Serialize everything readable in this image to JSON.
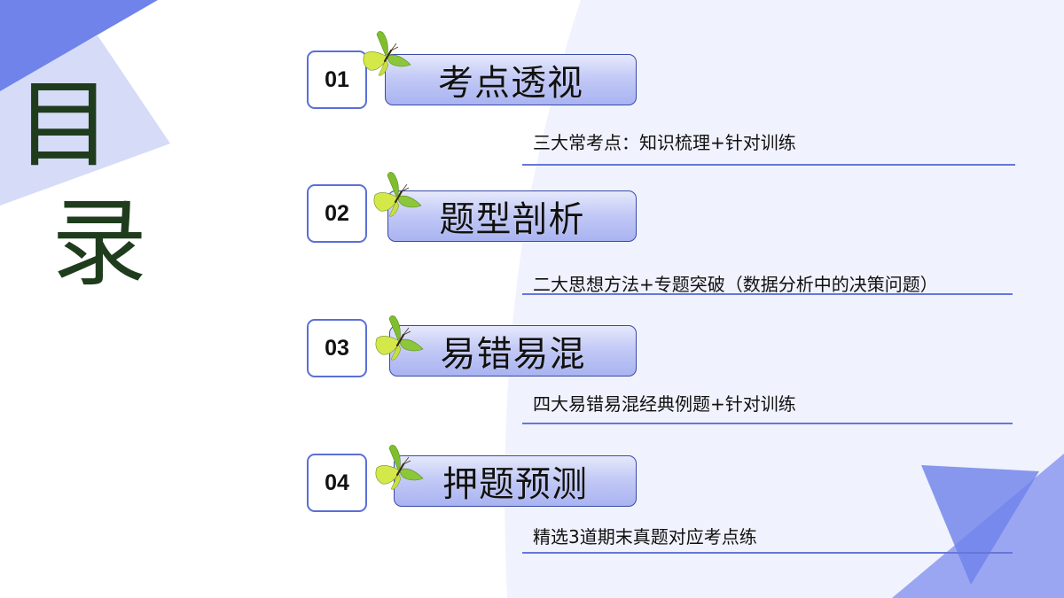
{
  "page": {
    "title_chars": [
      "目",
      "录"
    ],
    "colors": {
      "accent_dark": "#6f83ea",
      "accent_light": "#d6dbf8",
      "panel": "#f0f2fd",
      "title_text": "#1f3d1c",
      "rule": "#6677d8"
    }
  },
  "items": [
    {
      "number": "01",
      "heading": "考点透视",
      "description": "三大常考点：知识梳理+针对训练"
    },
    {
      "number": "02",
      "heading": "题型剖析",
      "description": "二大思想方法+专题突破（数据分析中的决策问题）"
    },
    {
      "number": "03",
      "heading": "易错易混",
      "description": "四大易错易混经典例题+针对训练"
    },
    {
      "number": "04",
      "heading": "押题预测",
      "description": "精选3道期末真题对应考点练"
    }
  ],
  "icons": {
    "item_decoration": "butterfly-icon"
  }
}
